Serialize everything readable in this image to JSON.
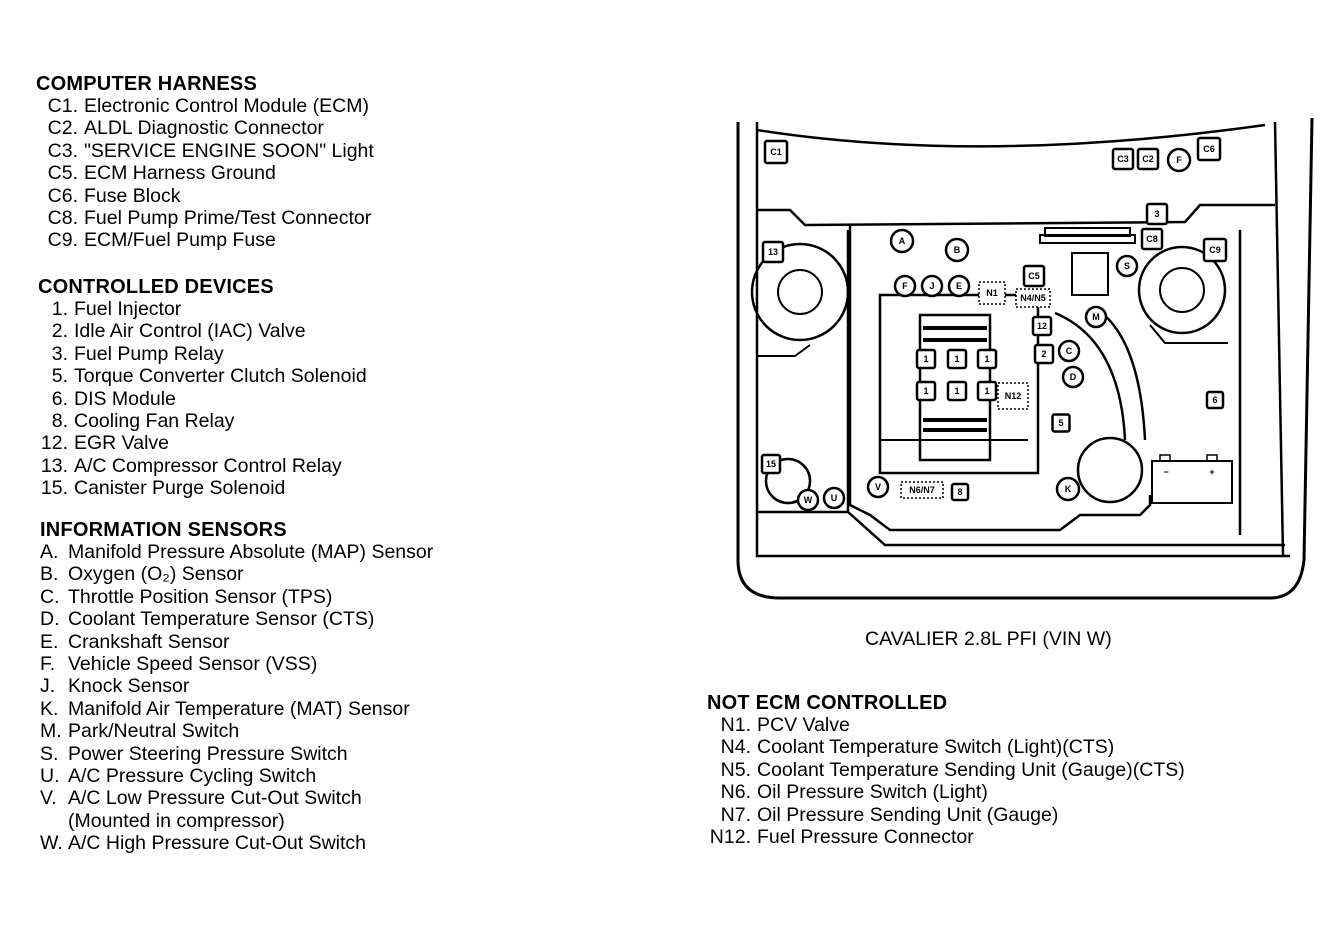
{
  "sections": {
    "computer_harness": {
      "title": "COMPUTER HARNESS",
      "items": [
        {
          "code": "C1.",
          "desc": "Electronic Control Module (ECM)"
        },
        {
          "code": "C2.",
          "desc": "ALDL Diagnostic Connector"
        },
        {
          "code": "C3.",
          "desc": "\"SERVICE ENGINE SOON\" Light"
        },
        {
          "code": "C5.",
          "desc": "ECM Harness Ground"
        },
        {
          "code": "C6.",
          "desc": "Fuse Block"
        },
        {
          "code": "C8.",
          "desc": "Fuel Pump Prime/Test Connector"
        },
        {
          "code": "C9.",
          "desc": "ECM/Fuel Pump Fuse"
        }
      ]
    },
    "controlled_devices": {
      "title": "CONTROLLED DEVICES",
      "items": [
        {
          "code": "1.",
          "desc": "Fuel Injector"
        },
        {
          "code": "2.",
          "desc": "Idle Air Control (IAC) Valve"
        },
        {
          "code": "3.",
          "desc": "Fuel Pump Relay"
        },
        {
          "code": "5.",
          "desc": "Torque Converter Clutch Solenoid"
        },
        {
          "code": "6.",
          "desc": "DIS Module"
        },
        {
          "code": "8.",
          "desc": "Cooling Fan Relay"
        },
        {
          "code": "12.",
          "desc": "EGR Valve"
        },
        {
          "code": "13.",
          "desc": "A/C Compressor Control Relay"
        },
        {
          "code": "15.",
          "desc": "Canister Purge Solenoid"
        }
      ]
    },
    "information_sensors": {
      "title": "INFORMATION SENSORS",
      "items": [
        {
          "code": "A.",
          "desc": "Manifold Pressure Absolute (MAP) Sensor"
        },
        {
          "code": "B.",
          "desc": "Oxygen (O₂) Sensor"
        },
        {
          "code": "C.",
          "desc": "Throttle Position Sensor (TPS)"
        },
        {
          "code": "D.",
          "desc": "Coolant Temperature Sensor (CTS)"
        },
        {
          "code": "E.",
          "desc": "Crankshaft Sensor"
        },
        {
          "code": "F.",
          "desc": "Vehicle Speed Sensor (VSS)"
        },
        {
          "code": "J.",
          "desc": "Knock Sensor"
        },
        {
          "code": "K.",
          "desc": "Manifold Air Temperature (MAT) Sensor"
        },
        {
          "code": "M.",
          "desc": "Park/Neutral Switch"
        },
        {
          "code": "S.",
          "desc": "Power Steering Pressure Switch"
        },
        {
          "code": "U.",
          "desc": "A/C Pressure Cycling Switch"
        },
        {
          "code": "V.",
          "desc": "A/C Low Pressure Cut-Out Switch"
        },
        {
          "code": "",
          "desc": "(Mounted in compressor)"
        },
        {
          "code": "W.",
          "desc": "A/C High Pressure Cut-Out Switch"
        }
      ]
    },
    "not_ecm_controlled": {
      "title": "NOT ECM CONTROLLED",
      "items": [
        {
          "code": "N1.",
          "desc": "PCV Valve"
        },
        {
          "code": "N4.",
          "desc": "Coolant Temperature Switch (Light)(CTS)"
        },
        {
          "code": "N5.",
          "desc": "Coolant Temperature Sending Unit (Gauge)(CTS)"
        },
        {
          "code": "N6.",
          "desc": "Oil Pressure Switch (Light)"
        },
        {
          "code": "N7.",
          "desc": "Oil Pressure Sending Unit (Gauge)"
        },
        {
          "code": "N12.",
          "desc": "Fuel Pressure Connector"
        }
      ]
    }
  },
  "diagram": {
    "caption": "CAVALIER 2.8L PFI (VIN W)",
    "square_labels": {
      "c1": "C1",
      "c3": "C3",
      "c2": "C2",
      "c6": "C6",
      "r3": "3",
      "c8": "C8",
      "c9": "C9",
      "c5": "C5",
      "r13": "13",
      "r12": "12",
      "r2": "2",
      "r5": "5",
      "r6": "6",
      "r8": "8",
      "r15": "15",
      "inj1": "1",
      "inj2": "1",
      "inj3": "1",
      "inj4": "1",
      "inj5": "1",
      "inj6": "1"
    },
    "circle_labels": {
      "a": "A",
      "b": "B",
      "f_top": "F",
      "f": "F",
      "j": "J",
      "e": "E",
      "s": "S",
      "m": "M",
      "c": "C",
      "d": "D",
      "k": "K",
      "v": "V",
      "u": "U",
      "w": "W"
    },
    "dashed_labels": {
      "n1": "N1",
      "n4n5": "N4/N5",
      "n12": "N12",
      "n6n7": "N6/N7"
    },
    "battery": {
      "neg": "−",
      "pos": "+"
    }
  }
}
